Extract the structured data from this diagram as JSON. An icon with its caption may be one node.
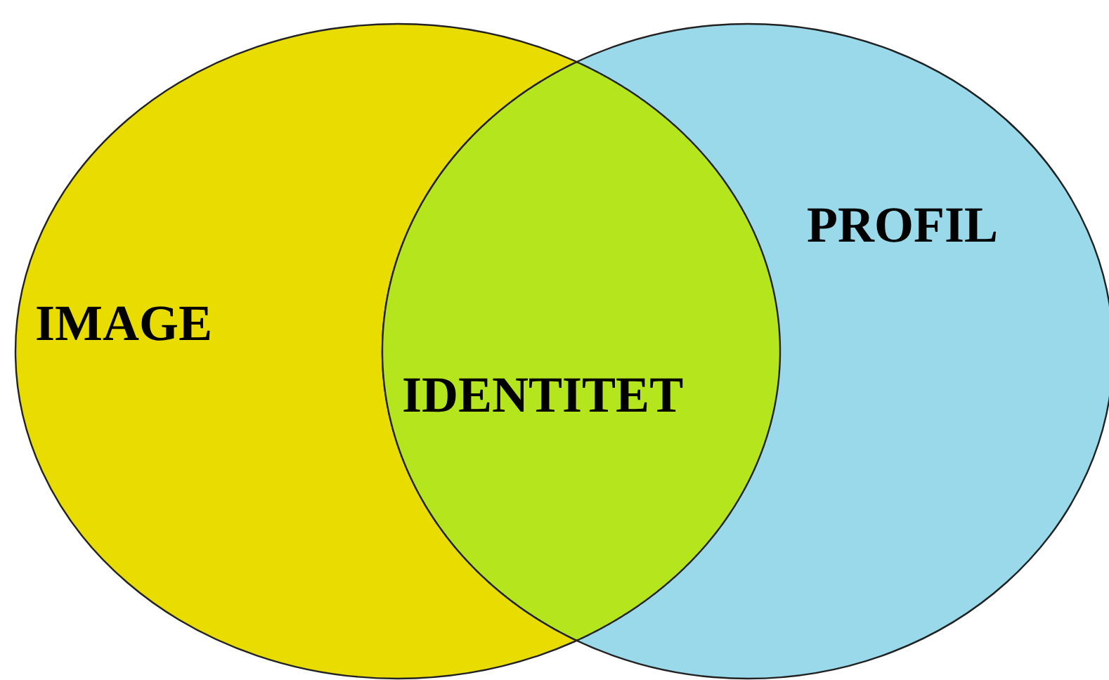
{
  "diagram": {
    "nodes": [
      {
        "text": [
          "IMAGE"
        ]
      },
      {
        "text": [
          "PROFIL"
        ]
      },
      {
        "text": [
          "IDENTITET"
        ]
      }
    ]
  }
}
